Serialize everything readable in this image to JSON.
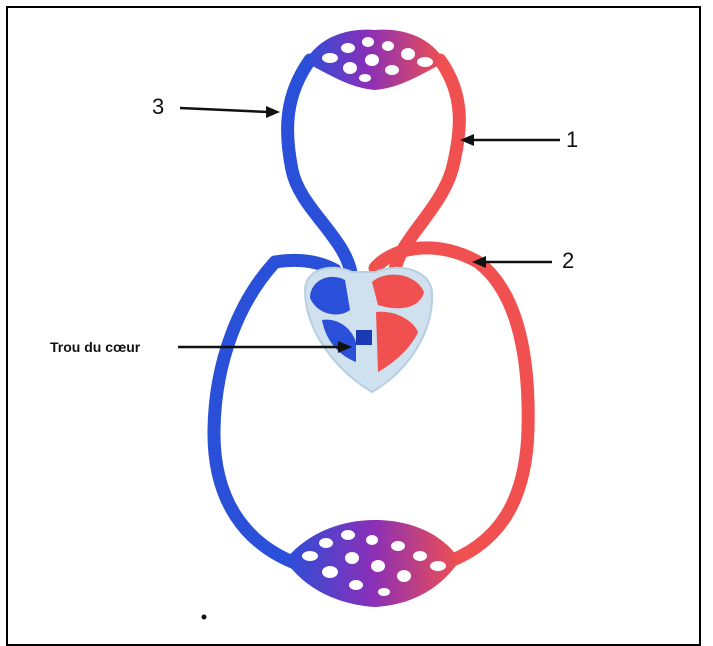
{
  "labels": {
    "three": "3",
    "one": "1",
    "two": "2",
    "hole": "Trou du cœur"
  },
  "colors": {
    "oxygenated": "#f0504f",
    "deoxygenated": "#2a4fd8",
    "capillary": "#8a2fb8",
    "heart_outline": "#cfe0ee"
  }
}
